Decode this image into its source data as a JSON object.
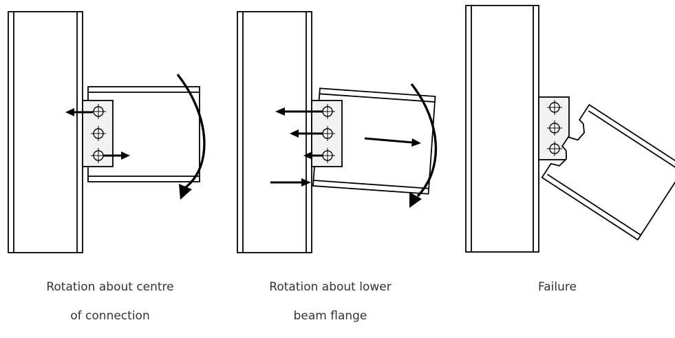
{
  "panels": [
    {
      "caption_line1": "Rotation about centre",
      "caption_line2": "of connection"
    },
    {
      "caption_line1": "Rotation about lower",
      "caption_line2": "beam flange"
    },
    {
      "caption_line1": "Failure",
      "caption_line2": ""
    }
  ],
  "colors": {
    "stroke": "#000000",
    "plate_fill": "#f2f2f2",
    "background": "#ffffff",
    "caption": "#333333"
  },
  "icons": [
    "force-arrow",
    "rotation-arrow",
    "bolt-symbol"
  ]
}
